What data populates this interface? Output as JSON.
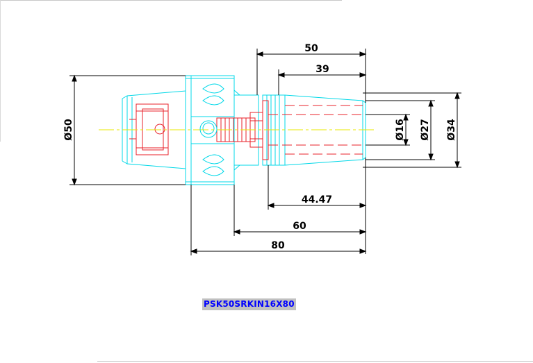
{
  "drawing": {
    "part_number": "PSK50SRKIN16X80",
    "dimensions": {
      "total_length": "80",
      "length_60": "60",
      "length_50": "50",
      "length_44": "44.47",
      "length_39": "39",
      "dia_flange": "Ø50",
      "dia_34": "Ø34",
      "dia_27": "Ø27",
      "dia_16": "Ø16"
    },
    "colors": {
      "body_outline": "#00d8e8",
      "chuck_internals": "#e8202a",
      "centerline": "#e8e800",
      "dimension_lines": "#000000",
      "label_text": "#0000ff",
      "label_bg": "#c0c0c0"
    }
  }
}
